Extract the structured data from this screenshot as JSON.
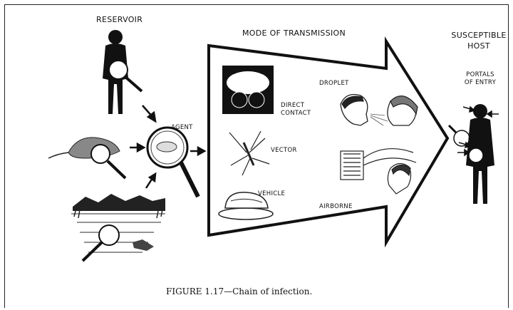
{
  "labels": {
    "reservoir": "RESERVOIR",
    "mode_of_transmission": "MODE OF TRANSMISSION",
    "susceptible_host_line1": "SUSCEPTIBLE",
    "susceptible_host_line2": "HOST",
    "portals_line1": "PORTALS",
    "portals_line2": "OF ENTRY",
    "agent": "AGENT",
    "direct_contact_line1": "DIRECT",
    "direct_contact_line2": "CONTACT",
    "vector": "VECTOR",
    "vehicle": "VEHICLE",
    "droplet": "DROPLET",
    "airborne": "AIRBORNE"
  },
  "caption": {
    "figure": "FIGURE 1.17",
    "text": "—Chain of infection."
  }
}
